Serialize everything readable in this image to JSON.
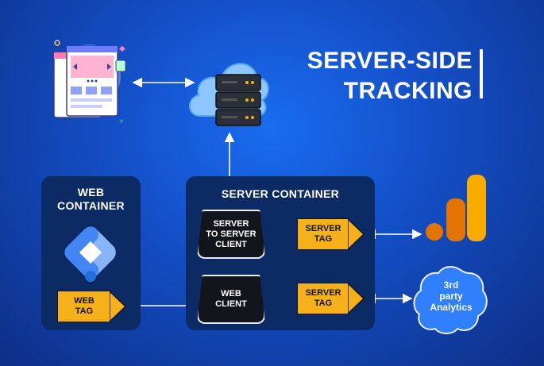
{
  "title": {
    "line1": "SERVER-SIDE",
    "line2": "TRACKING"
  },
  "web_container": {
    "title_line1": "WEB",
    "title_line2": "CONTAINER",
    "tag_line1": "WEB",
    "tag_line2": "TAG"
  },
  "server_container": {
    "title": "SERVER CONTAINER",
    "client1_line1": "SERVER",
    "client1_line2": "TO SERVER",
    "client1_line3": "CLIENT",
    "client2_line1": "WEB",
    "client2_line2": "CLIENT",
    "tag1_line1": "SERVER",
    "tag1_line2": "TAG",
    "tag2_line1": "SERVER",
    "tag2_line2": "TAG"
  },
  "third_party": {
    "line1": "3rd",
    "line2": "party",
    "line3": "Analytics"
  },
  "colors": {
    "background": "#1450c9",
    "panel": "#0c2a63",
    "tag": "#f5b01a",
    "analytics_orange": "#e8710a",
    "analytics_yellow": "#f9ab00",
    "gtm_blue": "#4285f4",
    "cloud": "#8ec7ff"
  }
}
